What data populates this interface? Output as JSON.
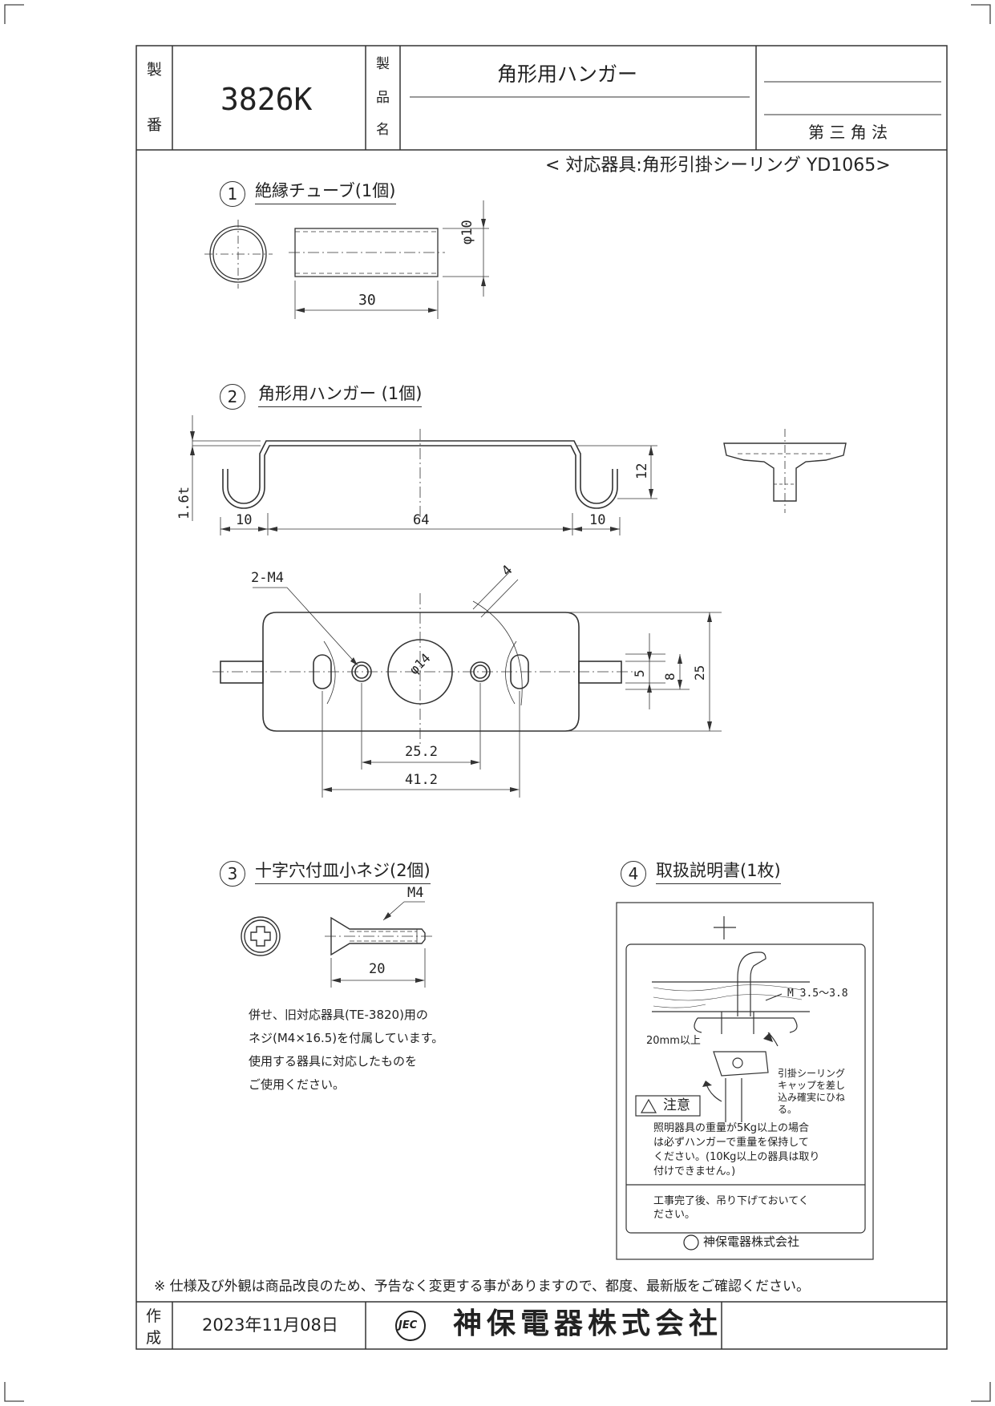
{
  "title_block": {
    "part_number_label": [
      "製",
      "番"
    ],
    "part_number": "3826K",
    "product_name_label": [
      "製",
      "品",
      "名"
    ],
    "product_name": "角形用ハンガー",
    "projection": "第 三 角 法"
  },
  "compatible_fixture": "< 対応器具:角形引掛シーリング YD1065>",
  "sections": {
    "tube": {
      "number": "1",
      "title": "絶縁チューブ(1個)",
      "dim_length": "30",
      "dim_diameter": "φ10"
    },
    "hanger": {
      "number": "2",
      "title": "角形用ハンガー (1個)",
      "dim_thickness": "1.6t",
      "dim_height": "12",
      "dim_left": "10",
      "dim_middle": "64",
      "dim_right": "10",
      "dim_hole_label": "2-M4",
      "dim_slot": "4",
      "dim_center": "φ14",
      "dim_inner_h": "5",
      "dim_mid_h": "8",
      "dim_outer_h": "25",
      "dim_pitch_a": "25.2",
      "dim_pitch_b": "41.2"
    },
    "screw": {
      "number": "3",
      "title": "十字穴付皿小ネジ(2個)",
      "dim_thread": "M4",
      "dim_length": "20",
      "note_lines": [
        "併せ、旧対応器具(TE-3820)用の",
        "ネジ(M4×16.5)を付属しています。",
        "使用する器具に対応したものを",
        "ご使用ください。"
      ]
    },
    "manual": {
      "number": "4",
      "title": "取扱説明書(1枚)",
      "dim_screw": "M 3.5〜3.8",
      "dim_depth": "20mm以上",
      "cap_note": [
        "引掛シーリング",
        "キャップを差し",
        "込み確実にひね",
        "る。"
      ],
      "caution_label": "注意",
      "caution_lines": [
        "照明器具の重量が5Kg以上の場合",
        "は必ずハンガーで重量を保持して",
        "ください。(10Kg以上の器具は取り",
        "付けできません。)"
      ],
      "after_lines": [
        "工事完了後、吊り下げておいてく",
        "ださい。"
      ],
      "company": "神保電器株式会社"
    }
  },
  "footer_note": "※ 仕様及び外観は商品改良のため、予告なく変更する事がありますので、都度、最新版をご確認ください。",
  "created_label": [
    "作",
    "成"
  ],
  "created_date": "2023年11月08日",
  "company_name": "神保電器株式会社",
  "logo_text": "JEC"
}
